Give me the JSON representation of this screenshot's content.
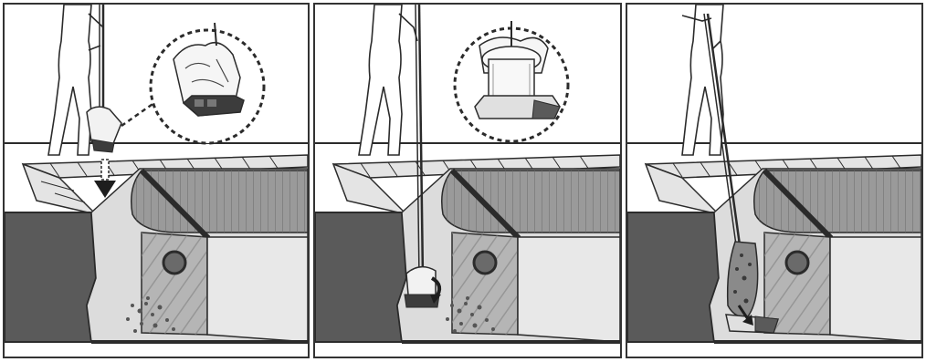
{
  "figure": {
    "panels": [
      {
        "name": "panel-1",
        "depicts": [
          "operator-figure",
          "filter-bag-lowered-on-pole",
          "detail-callout-bag-on-base",
          "down-arrow",
          "pool-basin",
          "pool-cover-roller",
          "debris-on-floor"
        ]
      },
      {
        "name": "panel-2",
        "depicts": [
          "operator-figure",
          "pole-to-pool-floor",
          "detail-callout-canister-in-bag",
          "rotation-arrow",
          "pool-basin",
          "pool-cover-roller",
          "debris-on-floor"
        ]
      },
      {
        "name": "panel-3",
        "depicts": [
          "operator-figure",
          "pole-to-pool-floor",
          "bag-filled-with-debris",
          "forward-arrow",
          "pool-basin",
          "pool-cover-roller"
        ]
      }
    ]
  },
  "colors": {
    "line": "#2b2b2b",
    "deck": "#e4e4e4",
    "wall_dark": "#5a5a5a",
    "wall_mid": "#9a9a9a",
    "water": "#dcdcdc",
    "cover": "#8c8c8c",
    "device": "#3c3c3c"
  }
}
